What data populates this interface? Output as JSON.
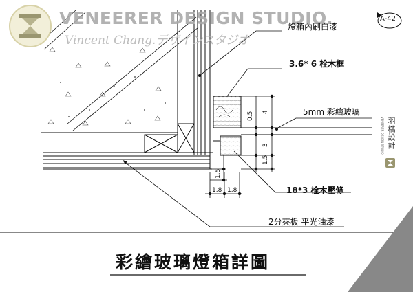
{
  "watermark": {
    "studio_name": "VENEERER DESIGN STUDIO.",
    "designer_line": "Vincent Chang.デザインスタジオ",
    "logo": "hourglass-logo-icon"
  },
  "page_number": "A-42",
  "side_brand": {
    "chinese": "羽橋設計",
    "english": "VENEERER DESIGN STUDIO"
  },
  "callouts": {
    "lightbox_paint": "燈箱內刷白漆",
    "wood_frame": "3.6* 6 栓木框",
    "glass": "5mm 彩繪玻璃",
    "trim": "18*3 栓木壓條",
    "plywood": "2分夾板 平光油漆"
  },
  "dimensions": {
    "vertical": [
      "4",
      "0.5",
      "3",
      "1.5"
    ],
    "left_offset": "1.5",
    "bottom": [
      "1.8",
      "1.8"
    ]
  },
  "drawing_title": "彩繪玻璃燈箱詳圖",
  "colors": {
    "line": "#111111",
    "watermark_grey": "#aaaaaa",
    "corner_fill": "#888888"
  }
}
